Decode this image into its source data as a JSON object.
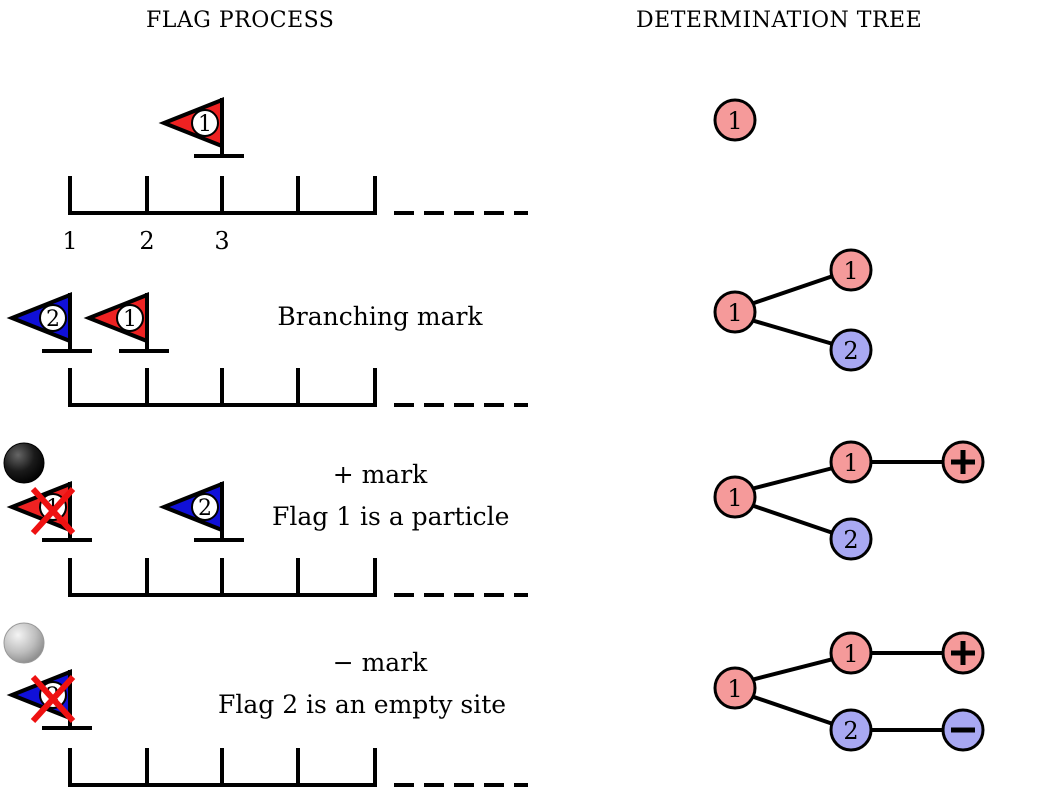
{
  "headers": {
    "left": "FLAG PROCESS",
    "right": "DETERMINATION TREE"
  },
  "axis_numbers": [
    "1",
    "2",
    "3"
  ],
  "rows": [
    {
      "caption_lines": [],
      "flags": [
        {
          "number": "1",
          "color": "red",
          "crossed": false
        }
      ],
      "tree": {
        "root": "1",
        "children": []
      }
    },
    {
      "caption_lines": [
        "Branching mark"
      ],
      "flags": [
        {
          "number": "2",
          "color": "blue",
          "crossed": false
        },
        {
          "number": "1",
          "color": "red",
          "crossed": false
        }
      ],
      "tree": {
        "root": "1",
        "children": [
          {
            "label": "1",
            "color": "red",
            "mark": ""
          },
          {
            "label": "2",
            "color": "blue",
            "mark": ""
          }
        ]
      }
    },
    {
      "caption_lines": [
        "+ mark",
        "Flag 1 is a particle"
      ],
      "ball": "particle",
      "flags": [
        {
          "number": "1",
          "color": "red",
          "crossed": true
        },
        {
          "number": "2",
          "color": "blue",
          "crossed": false
        }
      ],
      "tree": {
        "root": "1",
        "children": [
          {
            "label": "1",
            "color": "red",
            "mark": "+"
          },
          {
            "label": "2",
            "color": "blue",
            "mark": ""
          }
        ]
      }
    },
    {
      "caption_lines": [
        "− mark",
        "Flag 2 is an empty site"
      ],
      "ball": "empty",
      "flags": [
        {
          "number": "2",
          "color": "blue",
          "crossed": true
        }
      ],
      "tree": {
        "root": "1",
        "children": [
          {
            "label": "1",
            "color": "red",
            "mark": "+"
          },
          {
            "label": "2",
            "color": "blue",
            "mark": "−"
          }
        ]
      }
    }
  ],
  "colors": {
    "flag_red": "#ee2222",
    "flag_blue": "#1010d8",
    "node_red": "#f59a9a",
    "node_blue": "#a8a8f2",
    "cross": "#ee1111",
    "ball_dark": "#111111",
    "ball_light": "#b8b8b8"
  }
}
